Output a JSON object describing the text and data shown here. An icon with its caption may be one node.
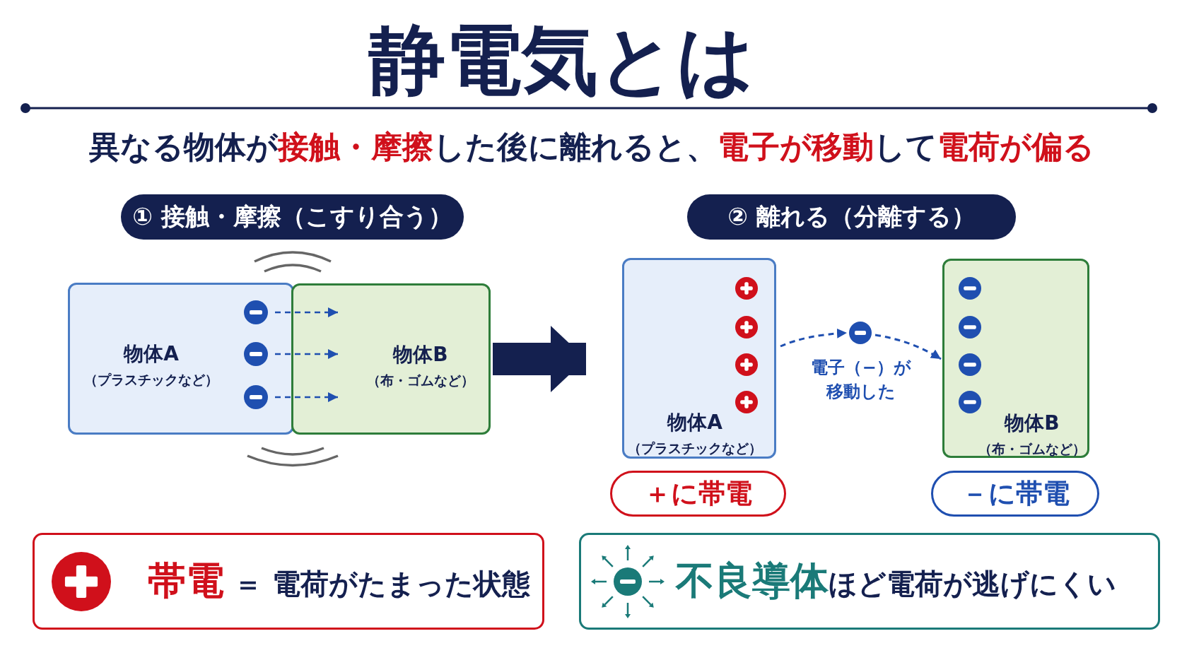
{
  "diagram": {
    "title": "静電気とは",
    "nodes": [
      {
        "text": [
          "① 接触・摩擦（こすり合う）"
        ]
      },
      {
        "text": [
          "② 離れる（分離する）"
        ]
      },
      {
        "text": [
          "物体A",
          "（プラスチックなど）"
        ]
      },
      {
        "text": [],
        "shape": "circle",
        "in": 2
      },
      {
        "text": [],
        "shape": "circle",
        "in": 2
      },
      {
        "text": [],
        "shape": "circle",
        "in": 2
      },
      {
        "text": [
          "物体B",
          "（布・ゴムなど）"
        ]
      },
      {
        "text": [
          "物体A",
          "（プラスチックなど）"
        ]
      },
      {
        "text": [],
        "shape": "circle"
      },
      {
        "text": [
          "物体B",
          "（布・ゴムなど）"
        ]
      },
      {
        "text": [
          "＋に帯電"
        ]
      },
      {
        "text": [
          "－に帯電"
        ]
      },
      {
        "text": [
          "**帯電** ＝ 電荷がたまった状態"
        ]
      },
      {
        "text": [
          "**不良導体**ほど電荷が逃げにくい"
        ]
      }
    ],
    "edges": [
      {
        "from": 6,
        "to": 7,
        "arrow": "to",
        "style": "thick",
        "color": "#14204f"
      },
      {
        "from": 3,
        "to": 6,
        "arrow": "to",
        "style": "dashed"
      },
      {
        "from": 4,
        "to": 6,
        "arrow": "to",
        "style": "dashed"
      },
      {
        "from": 5,
        "to": 6,
        "arrow": "to",
        "style": "dashed"
      },
      {
        "from": 7,
        "to": 8,
        "arrow": "to",
        "style": "dashed"
      },
      {
        "from": 8,
        "to": 9,
        "arrow": "to",
        "style": "dashed"
      }
    ],
    "labels": [
      "異なる物体が**接触・摩擦**した後に離れると、**電子が移動**して**電荷が偏る**",
      "電子（−）が移動した"
    ]
  }
}
